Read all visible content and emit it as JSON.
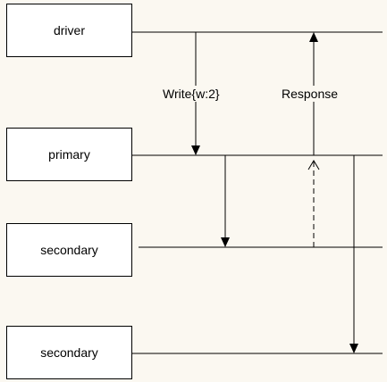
{
  "participants": [
    {
      "label": "driver"
    },
    {
      "label": "primary"
    },
    {
      "label": "secondary"
    },
    {
      "label": "secondary"
    }
  ],
  "messages": [
    {
      "label": "Write{w:2}",
      "from": "driver",
      "to": "primary",
      "style": "solid"
    },
    {
      "label": "",
      "from": "primary",
      "to": "secondary",
      "style": "solid"
    },
    {
      "label": "",
      "from": "primary",
      "to": "secondary",
      "style": "solid"
    },
    {
      "label": "",
      "from": "secondary",
      "to": "primary",
      "style": "dashed"
    },
    {
      "label": "Response",
      "from": "primary",
      "to": "driver",
      "style": "solid"
    }
  ],
  "colors": {
    "background": "#fbf8f1",
    "box": "#ffffff",
    "line": "#000000"
  }
}
